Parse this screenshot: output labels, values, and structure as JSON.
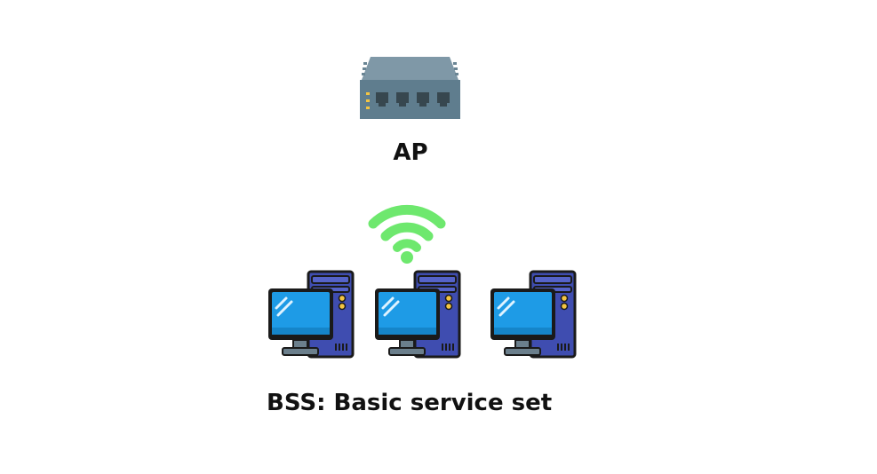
{
  "ap": {
    "label": "AP",
    "icon": "network-switch-icon",
    "port_count": 4
  },
  "wireless": {
    "icon": "wifi-signal-icon"
  },
  "stations": [
    {
      "icon": "desktop-computer-icon"
    },
    {
      "icon": "desktop-computer-icon"
    },
    {
      "icon": "desktop-computer-icon"
    }
  ],
  "caption": "BSS: Basic service set",
  "colors": {
    "switch_body": "#5f7d8e",
    "switch_top": "#7f98a7",
    "switch_port": "#37474f",
    "switch_led": "#f4c542",
    "wifi": "#6ee86e",
    "pc_tower": "#3f4db0",
    "pc_tower_light": "#5563c8",
    "pc_screen": "#1e9be6",
    "pc_outline": "#1a1a1a",
    "pc_stand": "#6b7f8c"
  }
}
